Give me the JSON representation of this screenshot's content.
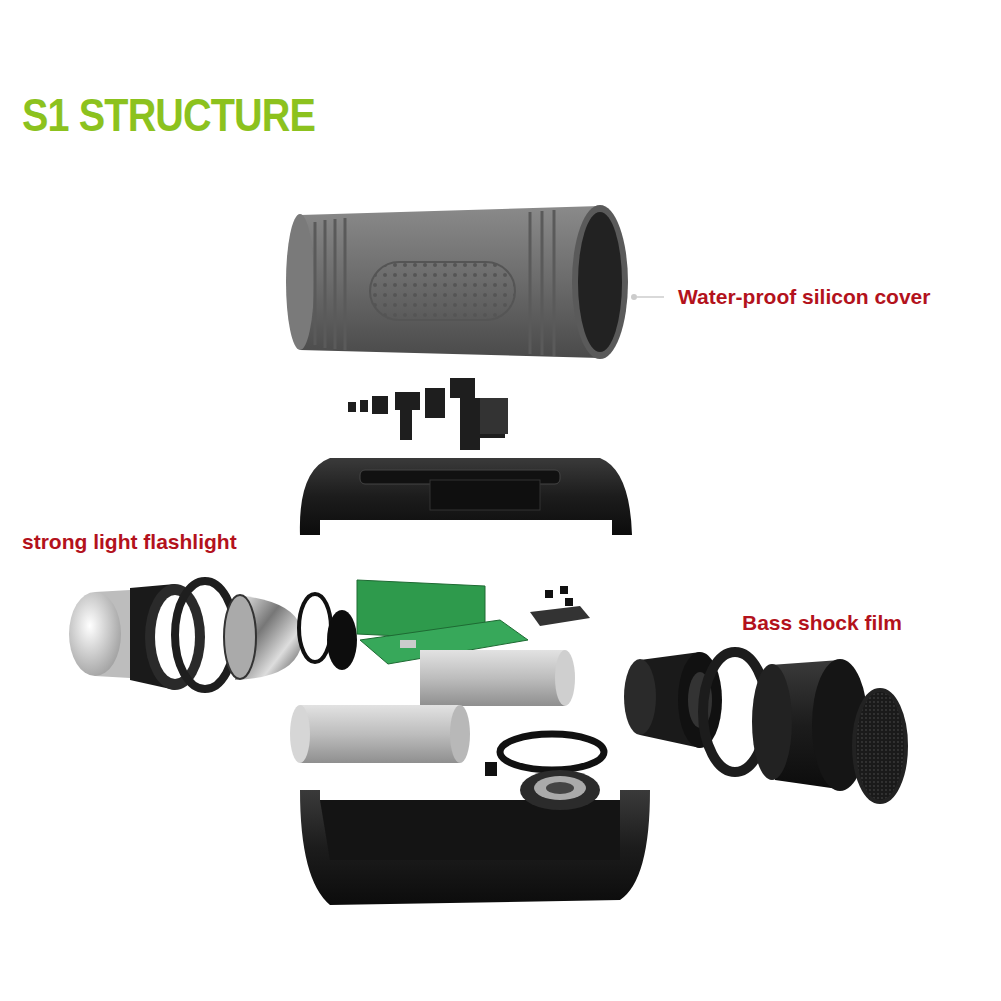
{
  "diagram": {
    "title": "S1 STRUCTURE",
    "labels": [
      "Water-proof silicon cover",
      "strong light flashlight",
      "Bass shock film"
    ]
  }
}
